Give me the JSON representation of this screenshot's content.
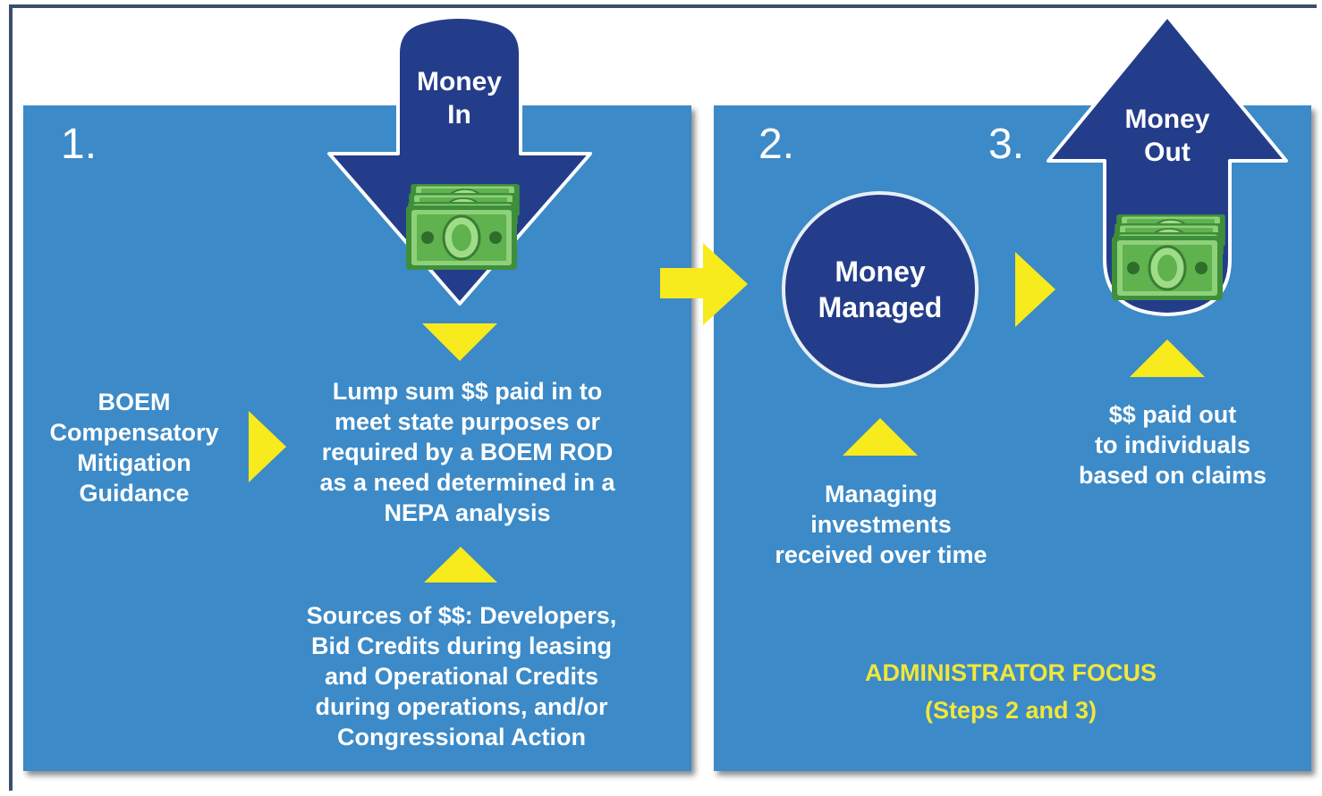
{
  "step1": {
    "number": "1.",
    "guidance": "BOEM\nCompensatory\nMitigation\nGuidance",
    "money_in": "Money\nIn",
    "lump_sum": "Lump sum $$ paid in to\nmeet state purposes or\nrequired by a BOEM ROD\nas a need determined in a\nNEPA analysis",
    "sources": "Sources of $$:  Developers,\nBid Credits during leasing\nand Operational Credits\nduring operations, and/or\nCongressional Action"
  },
  "step2": {
    "number": "2.",
    "money_managed": "Money\nManaged",
    "managing": "Managing\ninvestments\nreceived over time"
  },
  "step3": {
    "number": "3.",
    "money_out": "Money\nOut",
    "paid_out": "$$ paid out\nto individuals\nbased on claims"
  },
  "focus": {
    "title": "ADMINISTRATOR FOCUS",
    "subtitle": "(Steps 2 and 3)"
  },
  "colors": {
    "panel": "#3c8ac7",
    "dark_blue": "#233d8a",
    "yellow": "#f7ea1d",
    "money_green": "#4fa34a"
  },
  "icons": [
    "arrow-down-icon",
    "arrow-up-icon",
    "money-stack-icon",
    "triangle-pointer-icon",
    "chevron-right-icon"
  ]
}
